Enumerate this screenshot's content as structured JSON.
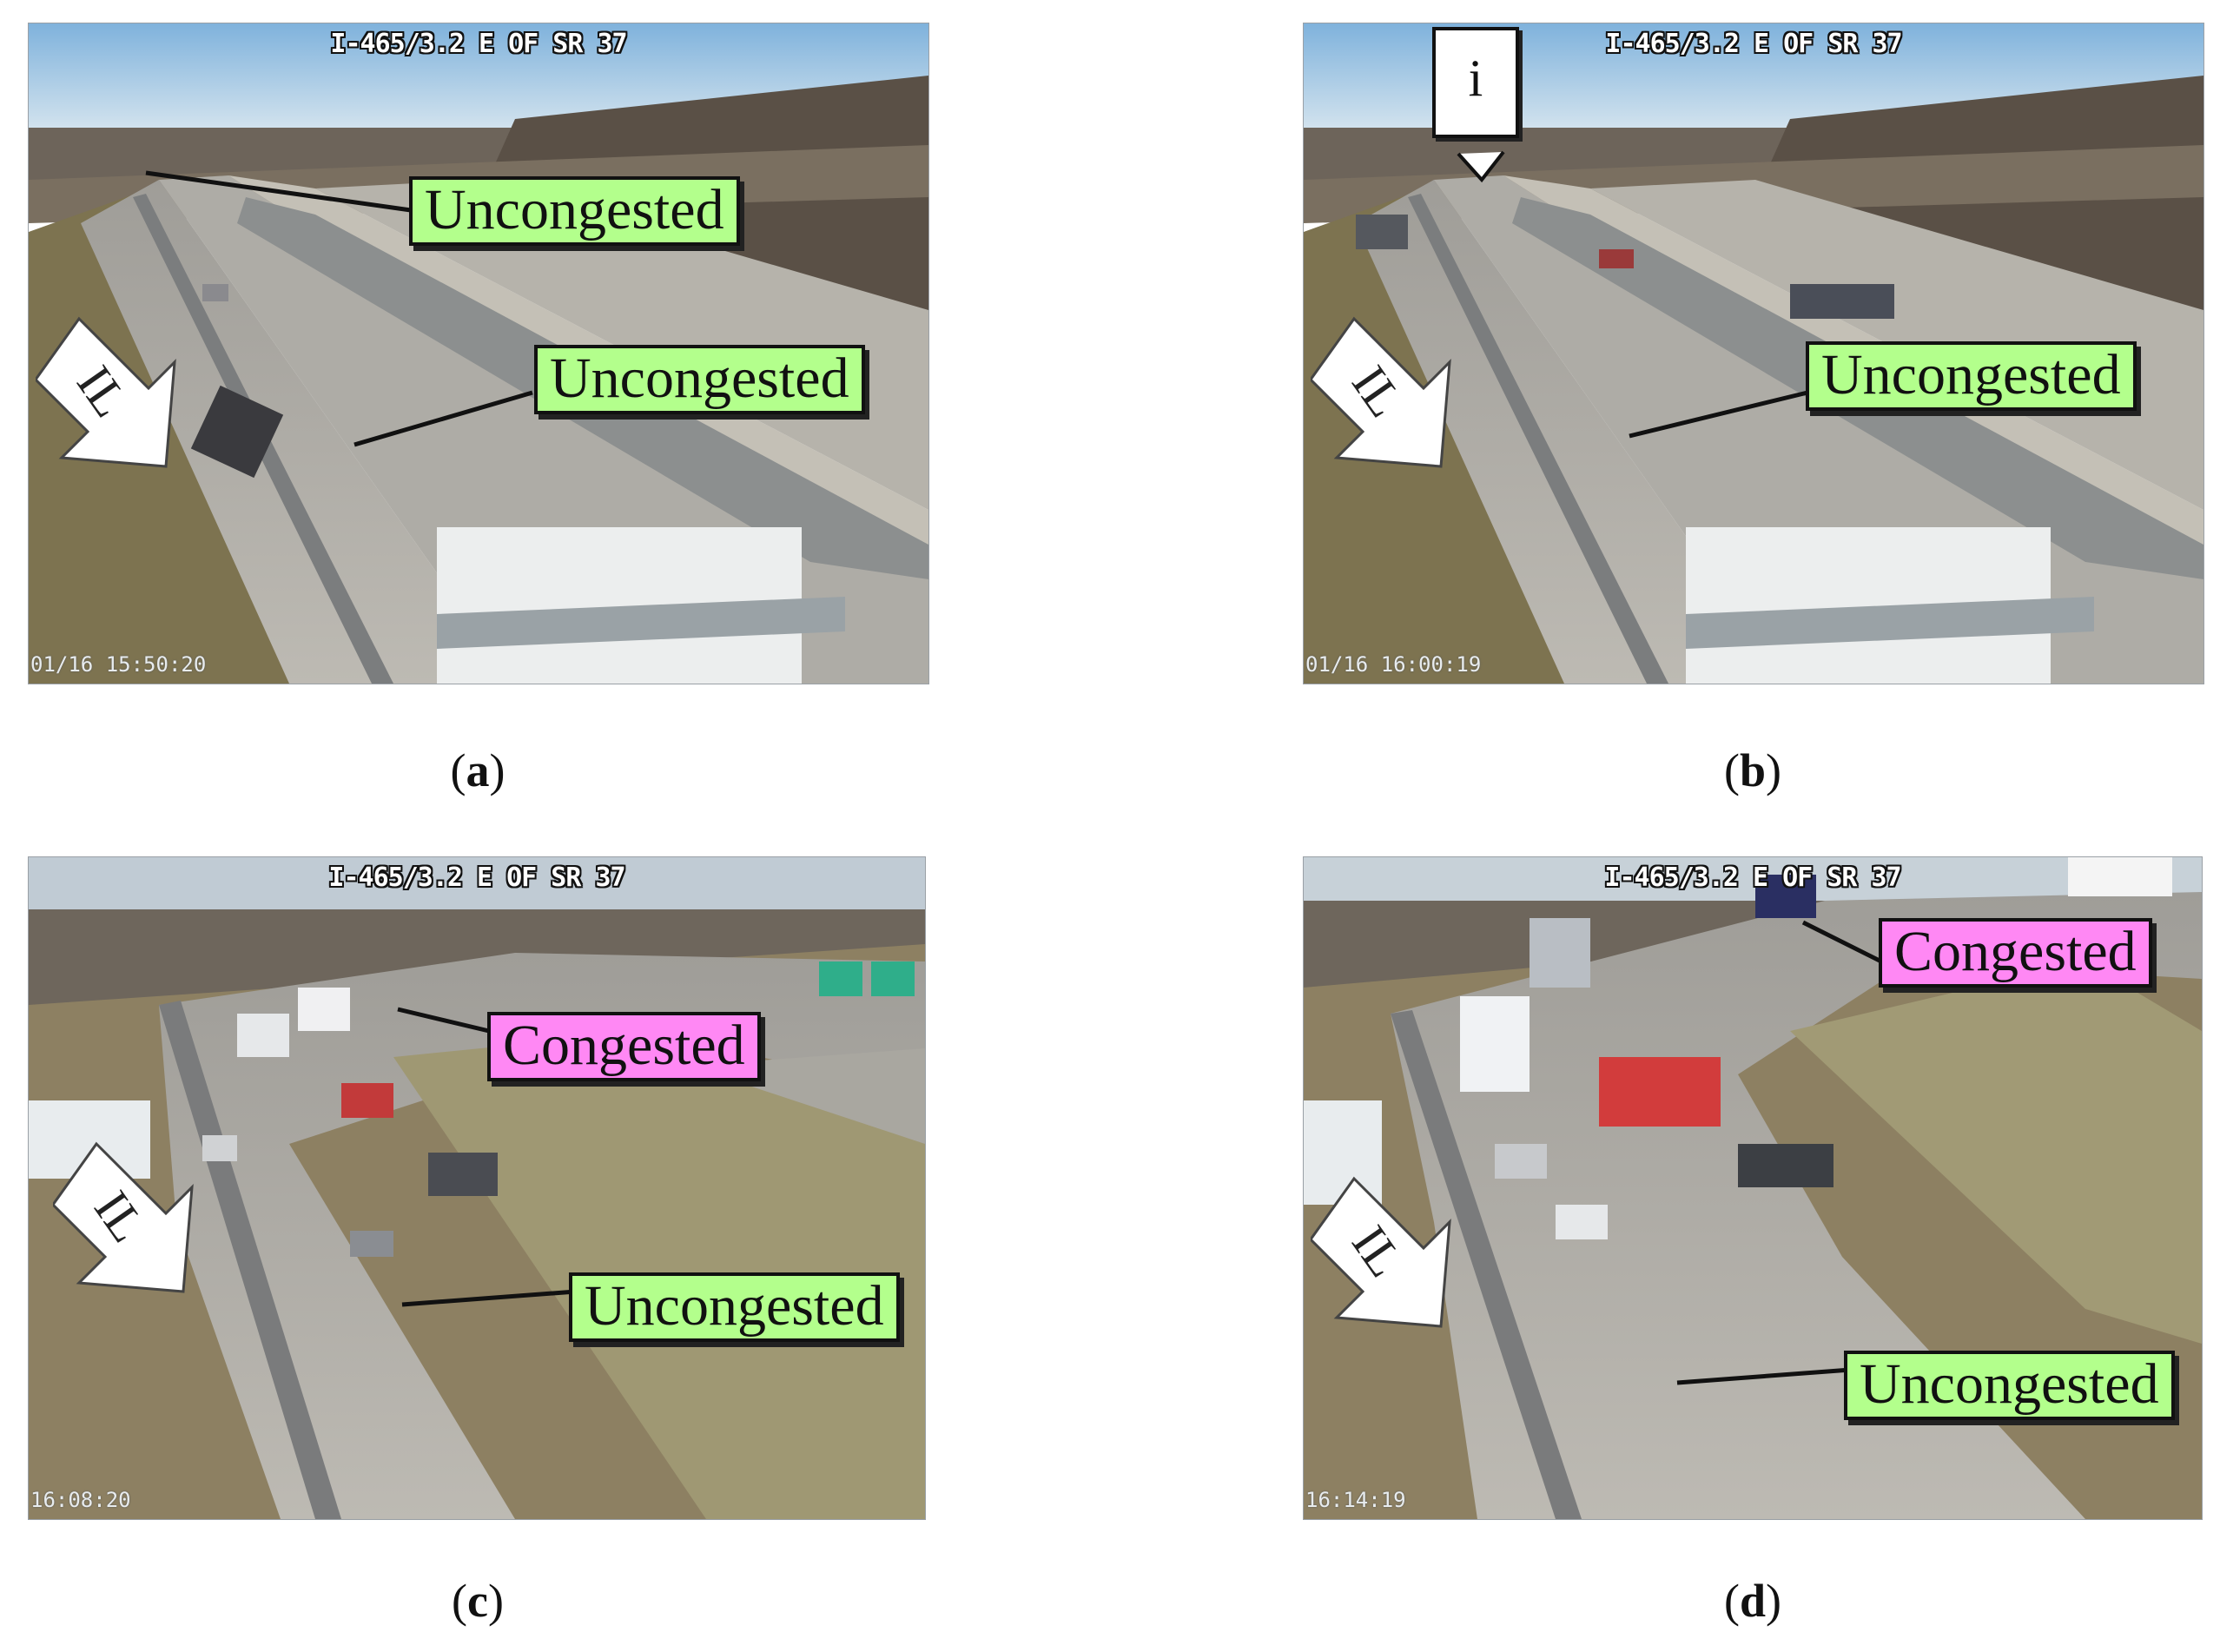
{
  "panels": [
    {
      "id": "a",
      "camera_title": "I-465/3.2 E OF SR 37",
      "timestamp": "01/16 15:50:20",
      "direction": "IL",
      "caption_letter": "a",
      "labels": [
        {
          "text": "Uncongested",
          "status": "uncongested"
        },
        {
          "text": "Uncongested",
          "status": "uncongested"
        }
      ]
    },
    {
      "id": "b",
      "camera_title": "I-465/3.2 E OF SR 37",
      "timestamp": "01/16 16:00:19",
      "direction": "IL",
      "caption_letter": "b",
      "callout": "i",
      "labels": [
        {
          "text": "Uncongested",
          "status": "uncongested"
        }
      ]
    },
    {
      "id": "c",
      "camera_title": "I-465/3.2 E OF SR 37",
      "timestamp": "16:08:20",
      "direction": "IL",
      "caption_letter": "c",
      "labels": [
        {
          "text": "Congested",
          "status": "congested"
        },
        {
          "text": "Uncongested",
          "status": "uncongested"
        }
      ]
    },
    {
      "id": "d",
      "camera_title": "I-465/3.2 E OF SR 37",
      "timestamp": "16:14:19",
      "direction": "IL",
      "caption_letter": "d",
      "labels": [
        {
          "text": "Congested",
          "status": "congested"
        },
        {
          "text": "Uncongested",
          "status": "uncongested"
        }
      ]
    }
  ],
  "colors": {
    "uncongested_label": "#b3ff8c",
    "congested_label": "#ff88f4",
    "sky": "#a9cbe6",
    "pavement": "#b5b3ad",
    "grass": "#8a7a5a",
    "trees": "#5a5046"
  },
  "icons": {
    "direction_arrow": "down-left-arrow-icon"
  }
}
